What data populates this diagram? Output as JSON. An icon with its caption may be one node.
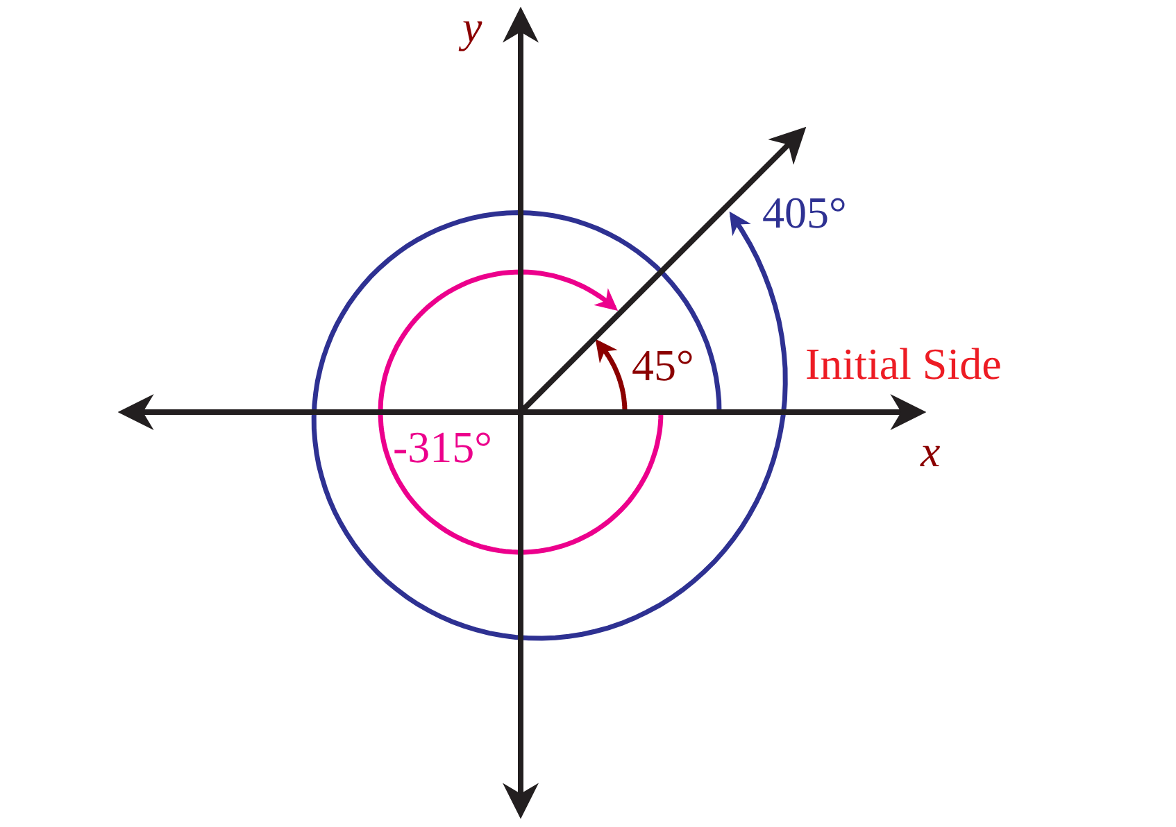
{
  "diagram": {
    "labels": [
      "y",
      "405°",
      "45°",
      "Initial Side",
      "x",
      "-315°"
    ]
  }
}
